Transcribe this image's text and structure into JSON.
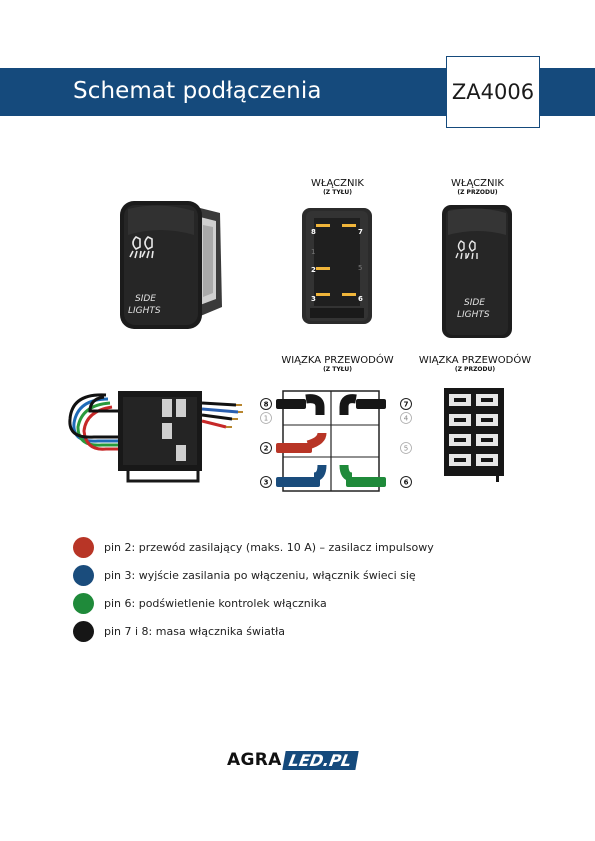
{
  "header": {
    "title": "Schemat podłączenia",
    "code": "ZA4006"
  },
  "labels": {
    "switch_back": {
      "title": "WŁĄCZNIK",
      "sub": "(Z TYŁU)"
    },
    "switch_front": {
      "title": "WŁĄCZNIK",
      "sub": "(Z PRZODU)"
    },
    "harness_back": {
      "title": "WIĄZKA PRZEWODÓW",
      "sub": "(Z TYŁU)"
    },
    "harness_front": {
      "title": "WIĄZKA PRZEWODÓW",
      "sub": "(Z PRZODU)"
    }
  },
  "switch_text": {
    "line1": "SIDE",
    "line2": "LIGHTS"
  },
  "pins_back": {
    "p8": "8",
    "p7": "7",
    "p2": "2",
    "p3": "3",
    "p6": "6",
    "p1": "1",
    "p5": "5"
  },
  "harness_pins": {
    "p8": "8",
    "p7": "7",
    "p1": "1",
    "p4": "4",
    "p2": "2",
    "p5": "5",
    "p3": "3",
    "p6": "6"
  },
  "legend": [
    {
      "color": "#b83526",
      "text": "pin 2: przewód zasilający (maks. 10 A) – zasilacz impulsowy"
    },
    {
      "color": "#1a4c7c",
      "text": "pin 3: wyjście zasilania po włączeniu, włącznik świeci się"
    },
    {
      "color": "#1f8a3a",
      "text": "pin 6: podświetlenie kontrolek włącznika"
    },
    {
      "color": "#161616",
      "text": "pin 7 i 8: masa włącznika światła"
    }
  ],
  "logo": {
    "part1": "AGRA",
    "part2": "LED.PL"
  },
  "colors": {
    "brand": "#154a7c",
    "red": "#b83526",
    "blue": "#1a4c7c",
    "green": "#1f8a3a",
    "black": "#161616",
    "amber": "#f0b53a"
  }
}
